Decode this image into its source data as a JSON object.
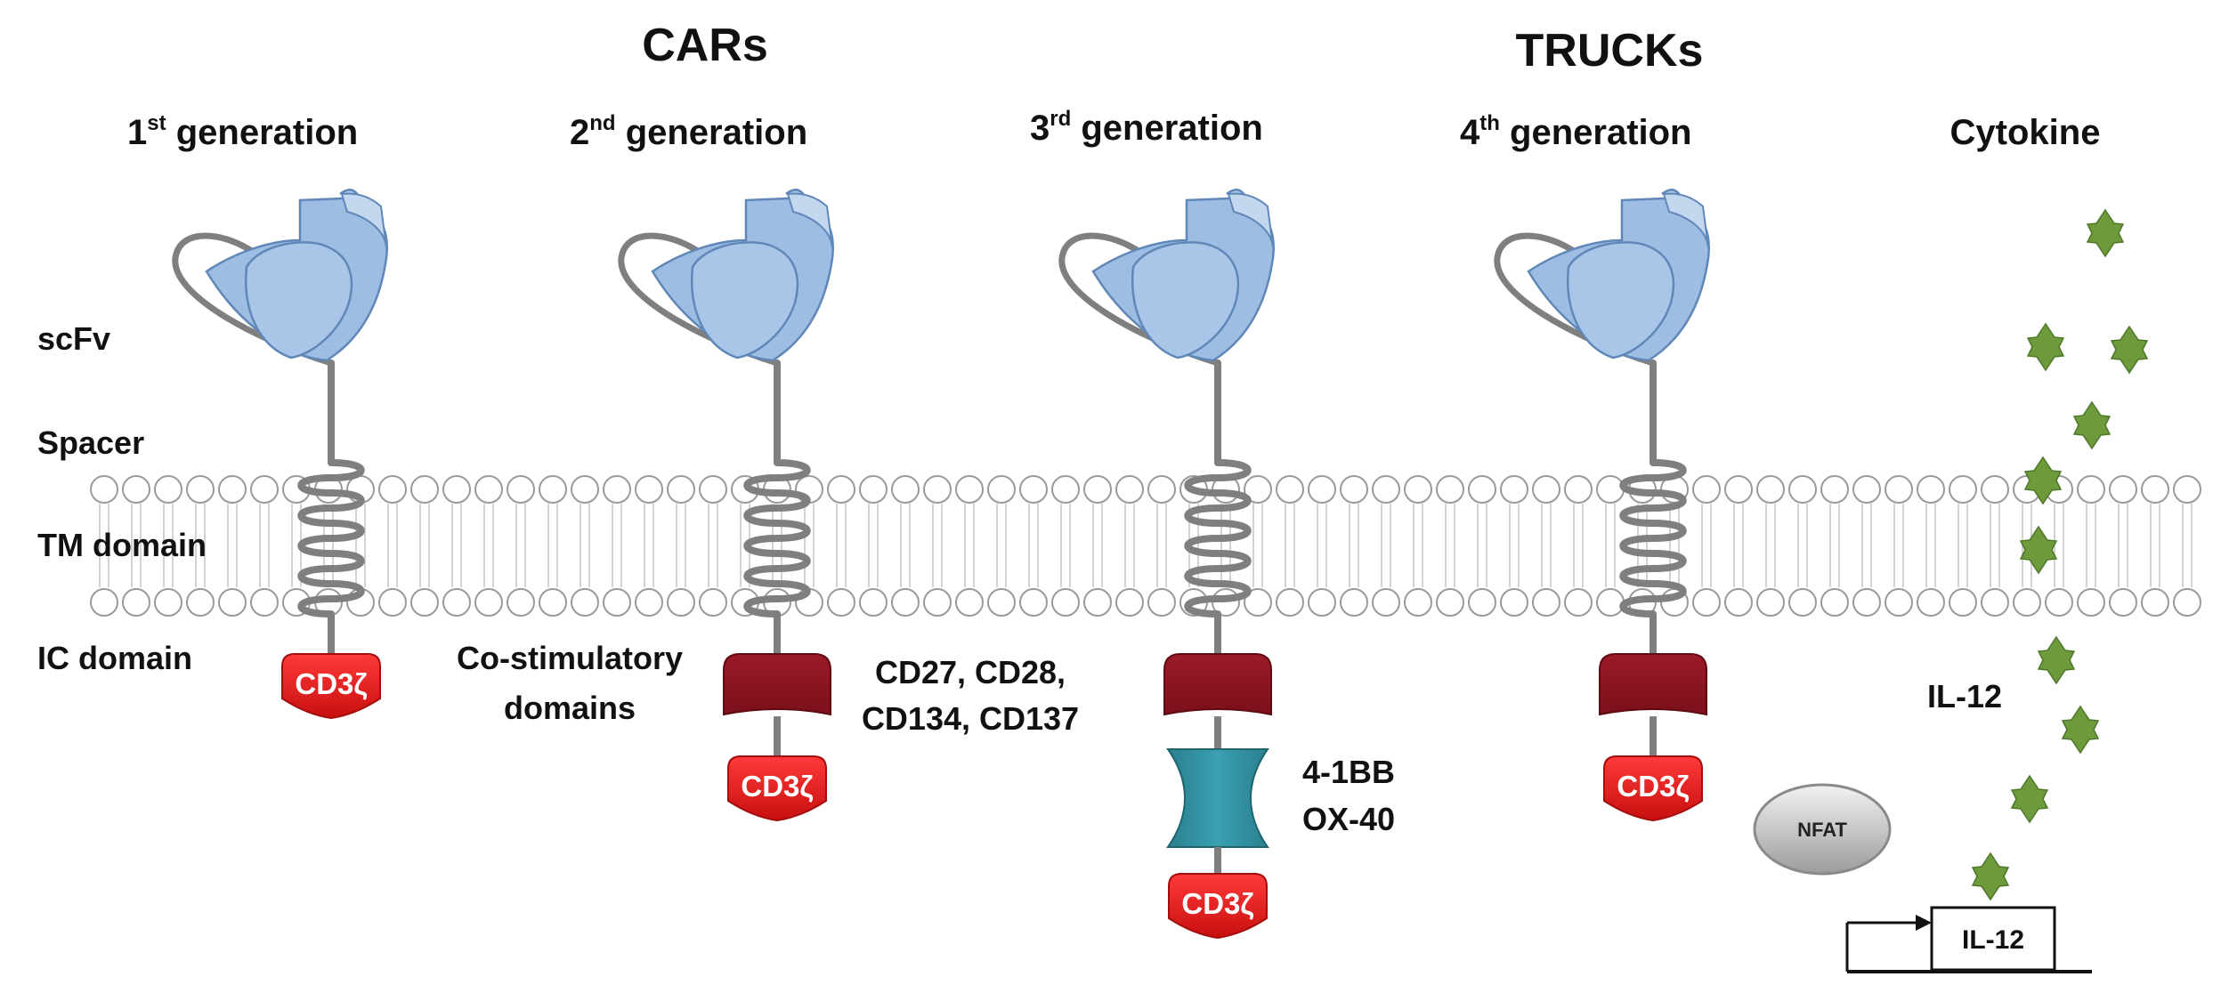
{
  "headers": {
    "cars": "CARs",
    "trucks": "TRUCKs"
  },
  "generations": [
    {
      "num": "1",
      "sup": "st",
      "text": " generation"
    },
    {
      "num": "2",
      "sup": "nd",
      "text": " generation"
    },
    {
      "num": "3",
      "sup": "rd",
      "text": " generation"
    },
    {
      "num": "4",
      "sup": "th",
      "text": " generation"
    }
  ],
  "cytokine_header": "Cytokine",
  "side_labels": {
    "scfv": "scFv",
    "spacer": "Spacer",
    "tm_domain": "TM domain",
    "ic_domain": "IC domain"
  },
  "costim_label": [
    "Co-stimulatory",
    "domains"
  ],
  "costim_list": [
    "CD27, CD28,",
    "CD134, CD137"
  ],
  "third_gen_domains": [
    "4-1BB",
    "OX-40"
  ],
  "cd3_label": "CD3ζ",
  "nfat_label": "NFAT",
  "il12_label": "IL-12",
  "il12_gene_label": "IL-12",
  "colors": {
    "scfv_fill": "#9dbde3",
    "scfv_stroke": "#5f87b8",
    "linker": "#7f7f7f",
    "cd3_red": "#e21b1b",
    "costim_maroon": "#8c1420",
    "teal_domain": "#2f8a99",
    "cytokine_green": "#6d9a3a",
    "membrane": "#9a9a9a"
  }
}
